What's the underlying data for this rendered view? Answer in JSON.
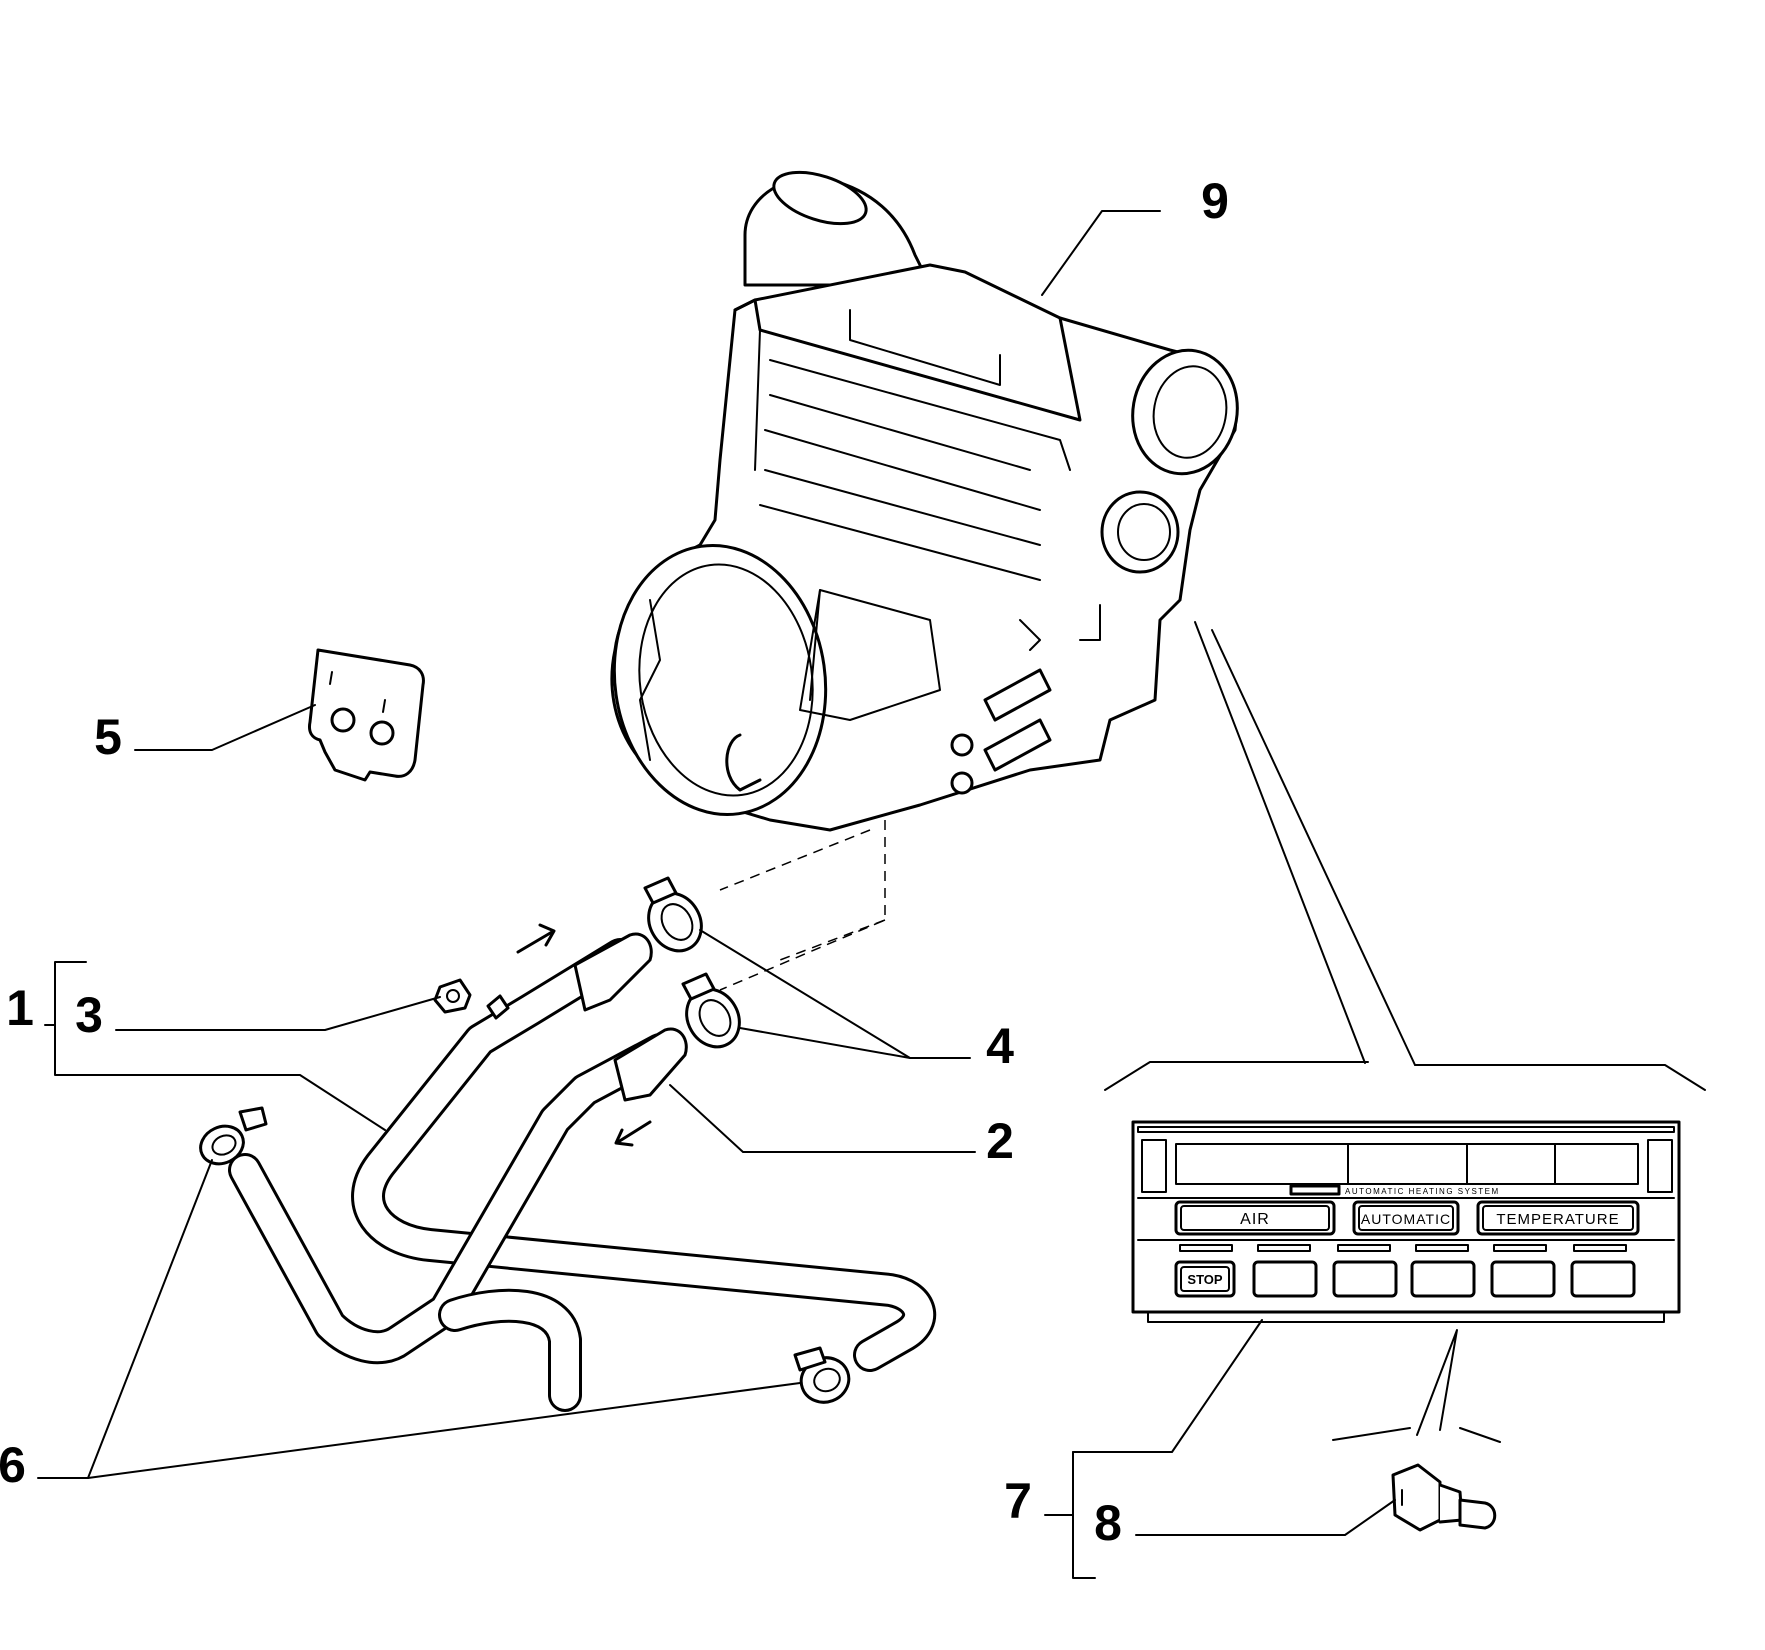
{
  "callouts": {
    "c1": "1",
    "c2": "2",
    "c3": "3",
    "c4": "4",
    "c5": "5",
    "c6": "6",
    "c7": "7",
    "c8": "8",
    "c9": "9"
  },
  "control_panel": {
    "header_text": "AUTOMATIC HEATING SYSTEM",
    "air_label": "AIR",
    "automatic_label": "AUTOMATIC",
    "temperature_label": "TEMPERATURE",
    "stop_label": "STOP"
  }
}
